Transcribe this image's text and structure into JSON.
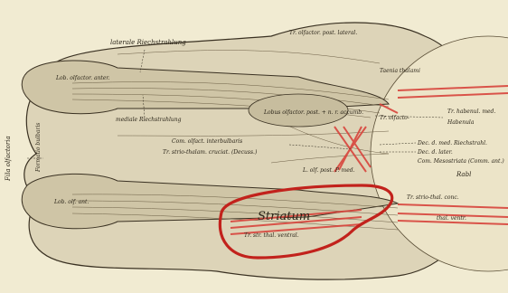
{
  "figure": {
    "labels": {
      "lat_riechstrahlung": "laterale Riechstrahlung",
      "tr_olf_postlat": "Tr. olfactor. post. lateral.",
      "taenia": "Taenia thalami",
      "lob_olf_anter": "Lob. olfactor. anter.",
      "fila_olfactoria": "Fila olfactoria",
      "formatio_bulbaris": "Formatio bulbaris",
      "mediale_riechstrahlung": "mediale Riechstrahlung",
      "lobus_olf_post": "Lobus olfactor. post. + n. r. accumb.",
      "tr_olfacto": "Tr. olfacto-",
      "tr_habenular": "Tr. habenul. med.",
      "habenula": "Habenula",
      "com_olfact": "Com. olfact. interbulbaris",
      "tr_striothalam": "Tr. strio-thalam. cruciat. (Decuss.)",
      "dec_d_med": "Dec. d. med. Riechstrahl.",
      "dec_d_later": "Dec. d. later.",
      "com_mesostriat": "Com. Mesostriata (Comm. ant.)",
      "rabl": "Rabl",
      "lob_olf_post_p_med": "L. olf. post. P. med.",
      "lob_olf_ant_lower": "Lob. olf. ant.",
      "tr_strio_thal_conc": "Tr. strio-thal. conc.",
      "thal_ventr": "thal. ventr.",
      "striatum": "Striatum",
      "tr_str_thal_ventral": "Tr. str. thal. ventral."
    },
    "colors": {
      "background": "#f1ebd2",
      "ink": "#2a2418",
      "red_fibers": "#d8443c",
      "red_outline": "#c2221c"
    }
  }
}
